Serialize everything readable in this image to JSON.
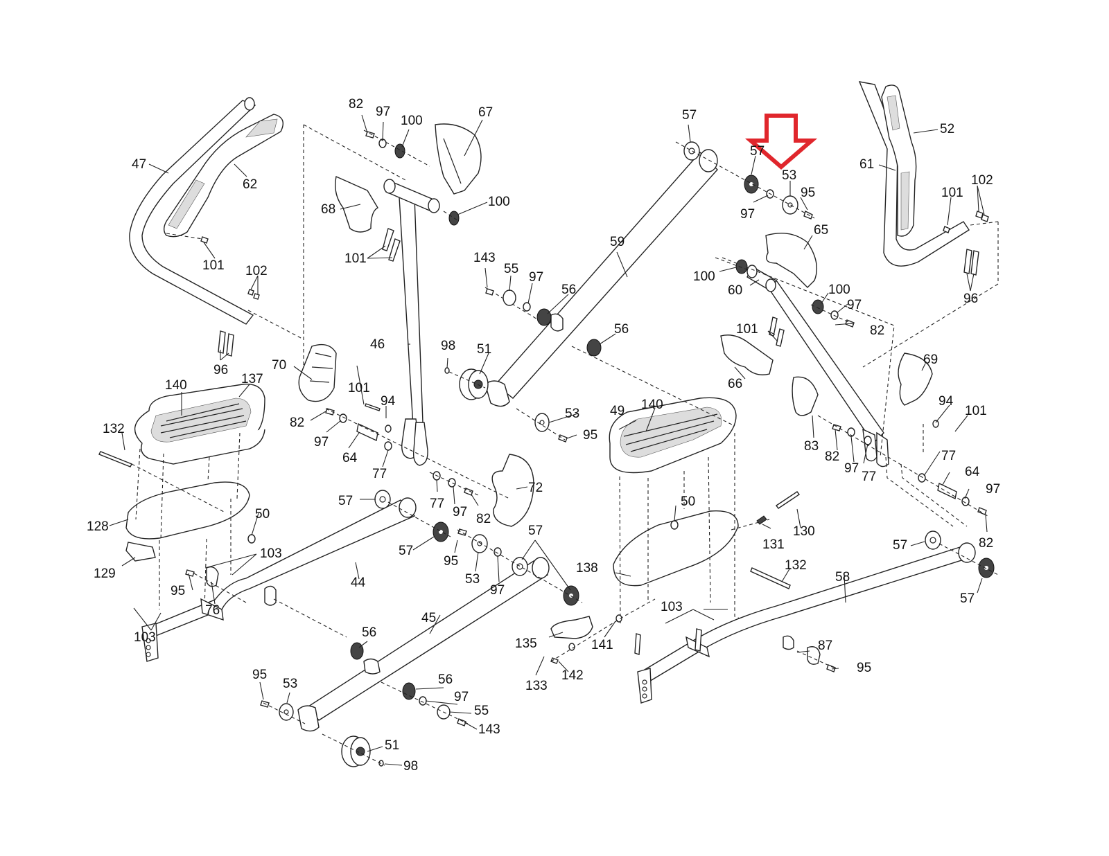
{
  "diagram": {
    "type": "exploded-parts-diagram",
    "subject": "elliptical trainer arm and pedal assembly",
    "highlight": {
      "part_number": "53",
      "indicator": "red-down-arrow",
      "color": "#e0262c"
    },
    "callouts": [
      {
        "id": "c47",
        "text": "47"
      },
      {
        "id": "c62",
        "text": "62"
      },
      {
        "id": "c101a",
        "text": "101"
      },
      {
        "id": "c102a",
        "text": "102"
      },
      {
        "id": "c96a",
        "text": "96"
      },
      {
        "id": "c82a",
        "text": "82"
      },
      {
        "id": "c97a",
        "text": "97"
      },
      {
        "id": "c100a",
        "text": "100"
      },
      {
        "id": "c67",
        "text": "67"
      },
      {
        "id": "c68",
        "text": "68"
      },
      {
        "id": "c100b",
        "text": "100"
      },
      {
        "id": "c101b",
        "text": "101"
      },
      {
        "id": "c46",
        "text": "46"
      },
      {
        "id": "c70",
        "text": "70"
      },
      {
        "id": "c140a",
        "text": "140"
      },
      {
        "id": "c137",
        "text": "137"
      },
      {
        "id": "c132a",
        "text": "132"
      },
      {
        "id": "c82b",
        "text": "82"
      },
      {
        "id": "c97b",
        "text": "97"
      },
      {
        "id": "c101c",
        "text": "101"
      },
      {
        "id": "c94a",
        "text": "94"
      },
      {
        "id": "c64a",
        "text": "64"
      },
      {
        "id": "c77a",
        "text": "77"
      },
      {
        "id": "c128",
        "text": "128"
      },
      {
        "id": "c50a",
        "text": "50"
      },
      {
        "id": "c129",
        "text": "129"
      },
      {
        "id": "c103a",
        "text": "103"
      },
      {
        "id": "c95a",
        "text": "95"
      },
      {
        "id": "c76",
        "text": "76"
      },
      {
        "id": "c103b",
        "text": "103"
      },
      {
        "id": "c44",
        "text": "44"
      },
      {
        "id": "c57a",
        "text": "57"
      },
      {
        "id": "c57b",
        "text": "57"
      },
      {
        "id": "c77b",
        "text": "77"
      },
      {
        "id": "c97c",
        "text": "97"
      },
      {
        "id": "c82c",
        "text": "82"
      },
      {
        "id": "c72",
        "text": "72"
      },
      {
        "id": "c95b",
        "text": "95"
      },
      {
        "id": "c53a",
        "text": "53"
      },
      {
        "id": "c97d",
        "text": "97"
      },
      {
        "id": "c57c",
        "text": "57"
      },
      {
        "id": "c98a",
        "text": "98"
      },
      {
        "id": "c51a",
        "text": "51"
      },
      {
        "id": "c53b",
        "text": "53"
      },
      {
        "id": "c95c",
        "text": "95"
      },
      {
        "id": "c143a",
        "text": "143"
      },
      {
        "id": "c55a",
        "text": "55"
      },
      {
        "id": "c97e",
        "text": "97"
      },
      {
        "id": "c56a",
        "text": "56"
      },
      {
        "id": "c59",
        "text": "59"
      },
      {
        "id": "c56b",
        "text": "56"
      },
      {
        "id": "c57d",
        "text": "57"
      },
      {
        "id": "c57e",
        "text": "57"
      },
      {
        "id": "c53c",
        "text": "53"
      },
      {
        "id": "c95d",
        "text": "95"
      },
      {
        "id": "c97f",
        "text": "97"
      },
      {
        "id": "c65",
        "text": "65"
      },
      {
        "id": "c100c",
        "text": "100"
      },
      {
        "id": "c60",
        "text": "60"
      },
      {
        "id": "c100d",
        "text": "100"
      },
      {
        "id": "c97g",
        "text": "97"
      },
      {
        "id": "c82d",
        "text": "82"
      },
      {
        "id": "c101d",
        "text": "101"
      },
      {
        "id": "c66",
        "text": "66"
      },
      {
        "id": "c52",
        "text": "52"
      },
      {
        "id": "c61",
        "text": "61"
      },
      {
        "id": "c101e",
        "text": "101"
      },
      {
        "id": "c102b",
        "text": "102"
      },
      {
        "id": "c96b",
        "text": "96"
      },
      {
        "id": "c69",
        "text": "69"
      },
      {
        "id": "c94b",
        "text": "94"
      },
      {
        "id": "c101f",
        "text": "101"
      },
      {
        "id": "c83",
        "text": "83"
      },
      {
        "id": "c82e",
        "text": "82"
      },
      {
        "id": "c97h",
        "text": "97"
      },
      {
        "id": "c77c",
        "text": "77"
      },
      {
        "id": "c77d",
        "text": "77"
      },
      {
        "id": "c64b",
        "text": "64"
      },
      {
        "id": "c97i",
        "text": "97"
      },
      {
        "id": "c82f",
        "text": "82"
      },
      {
        "id": "c49",
        "text": "49"
      },
      {
        "id": "c140b",
        "text": "140"
      },
      {
        "id": "c50b",
        "text": "50"
      },
      {
        "id": "c130",
        "text": "130"
      },
      {
        "id": "c131",
        "text": "131"
      },
      {
        "id": "c138",
        "text": "138"
      },
      {
        "id": "c132b",
        "text": "132"
      },
      {
        "id": "c58",
        "text": "58"
      },
      {
        "id": "c57f",
        "text": "57"
      },
      {
        "id": "c57g",
        "text": "57"
      },
      {
        "id": "c103c",
        "text": "103"
      },
      {
        "id": "c135",
        "text": "135"
      },
      {
        "id": "c141",
        "text": "141"
      },
      {
        "id": "c133",
        "text": "133"
      },
      {
        "id": "c142",
        "text": "142"
      },
      {
        "id": "c87",
        "text": "87"
      },
      {
        "id": "c95e",
        "text": "95"
      },
      {
        "id": "c45",
        "text": "45"
      },
      {
        "id": "c56c",
        "text": "56"
      },
      {
        "id": "c95f",
        "text": "95"
      },
      {
        "id": "c53d",
        "text": "53"
      },
      {
        "id": "c56d",
        "text": "56"
      },
      {
        "id": "c97j",
        "text": "97"
      },
      {
        "id": "c55b",
        "text": "55"
      },
      {
        "id": "c143b",
        "text": "143"
      },
      {
        "id": "c51b",
        "text": "51"
      },
      {
        "id": "c98b",
        "text": "98"
      }
    ]
  }
}
